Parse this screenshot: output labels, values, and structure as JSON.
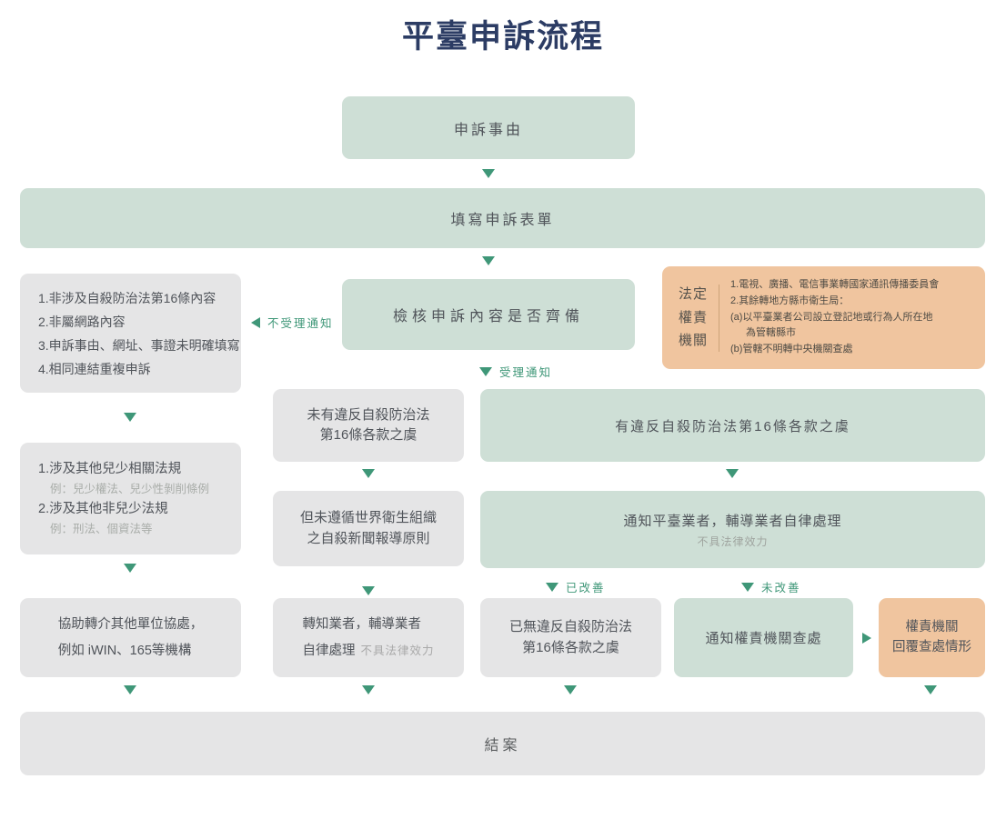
{
  "title": "平臺申訴流程",
  "colors": {
    "green_box": "#cedfd6",
    "gray_box": "#e5e5e6",
    "orange_box": "#f0c59f",
    "arrow_teal": "#3f9778",
    "title_navy": "#2c3c64"
  },
  "nodes": {
    "start": "申訴事由",
    "fill_form": "填寫申訴表單",
    "check": "檢核申訴內容是否齊備",
    "not_accepted_label": "不受理通知",
    "accepted_label": "受理通知",
    "reject_reasons": [
      "1.非涉及自殺防治法第16條內容",
      "2.非屬網路內容",
      "3.申訴事由、網址、事證未明確填寫",
      "4.相同連結重複申訴"
    ],
    "legal_authority": {
      "label": [
        "法定",
        "權責",
        "機關"
      ],
      "details": [
        "1.電視、廣播、電信事業轉國家通訊傳播委員會",
        "2.其餘轉地方縣市衛生局：",
        "(a)以平臺業者公司設立登記地或行為人所在地",
        "為管轄縣市",
        "(b)管轄不明轉中央機關查處"
      ]
    },
    "no_violation": {
      "line1": "未有違反自殺防治法",
      "line2": "第16條各款之虞"
    },
    "violation": "有違反自殺防治法第16條各款之虞",
    "other_laws": [
      {
        "text": "1.涉及其他兒少相關法規",
        "example": "例：兒少權法、兒少性剝削條例"
      },
      {
        "text": "2.涉及其他非兒少法規",
        "example": "例：刑法、個資法等"
      }
    ],
    "not_following_who": {
      "line1": "但未遵循世界衛生組織",
      "line2": "之自殺新聞報導原則"
    },
    "notify_platform": {
      "main": "通知平臺業者，輔導業者自律處理",
      "note": "不具法律效力"
    },
    "improved_label": "已改善",
    "not_improved_label": "未改善",
    "assist_referral": {
      "line1": "協助轉介其他單位協處，",
      "line2": "例如 iWIN、165等機構"
    },
    "inform_business": {
      "line1": "轉知業者，輔導業者",
      "line2": "自律處理",
      "note": "不具法律效力"
    },
    "no_more_violation": {
      "line1": "已無違反自殺防治法",
      "line2": "第16條各款之虞"
    },
    "notify_authority": "通知權責機關查處",
    "authority_reply": {
      "line1": "權責機關",
      "line2": "回覆查處情形"
    },
    "closed": "結案"
  }
}
